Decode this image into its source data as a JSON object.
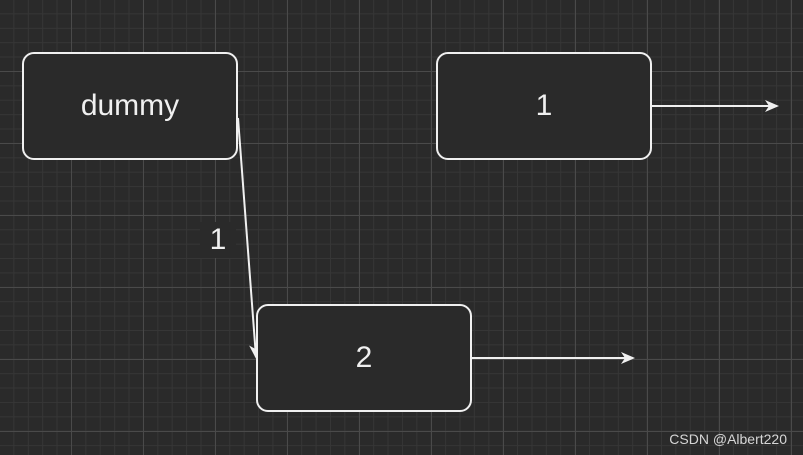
{
  "nodes": {
    "dummy": {
      "label": "dummy"
    },
    "one": {
      "label": "1"
    },
    "two": {
      "label": "2"
    }
  },
  "edges": {
    "dummy_to_two": {
      "label": "1"
    }
  },
  "watermark": "CSDN @Albert220",
  "colors": {
    "background": "#2a2a2a",
    "stroke": "#f0f0f0",
    "grid_major": "#4a4a4a",
    "grid_minor": "#363636"
  }
}
